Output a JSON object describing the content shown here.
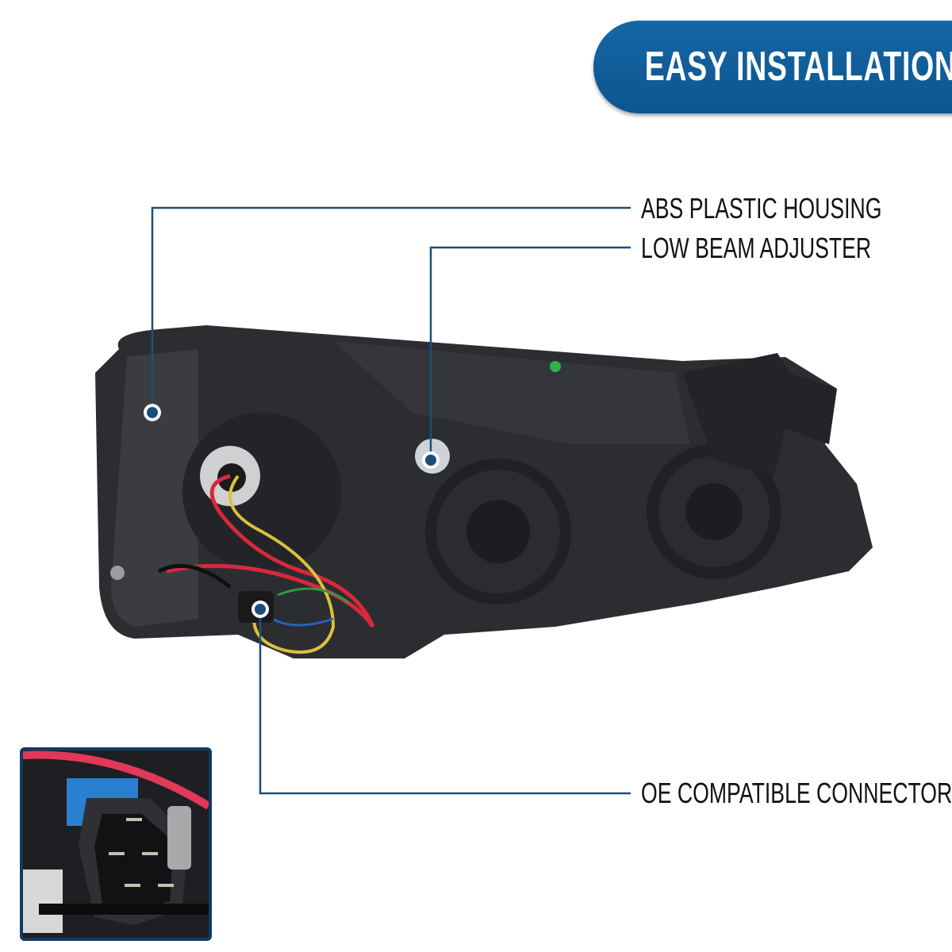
{
  "banner": {
    "title": "EASY INSTALLATION",
    "color": "#0f5b94"
  },
  "callouts": [
    {
      "label": "ABS PLASTIC HOUSING"
    },
    {
      "label": "LOW BEAM ADJUSTER"
    },
    {
      "label": "OE COMPATIBLE CONNECTOR"
    }
  ],
  "colors": {
    "callout_line": "#1d4f7a",
    "housing": "#2b2d31"
  }
}
